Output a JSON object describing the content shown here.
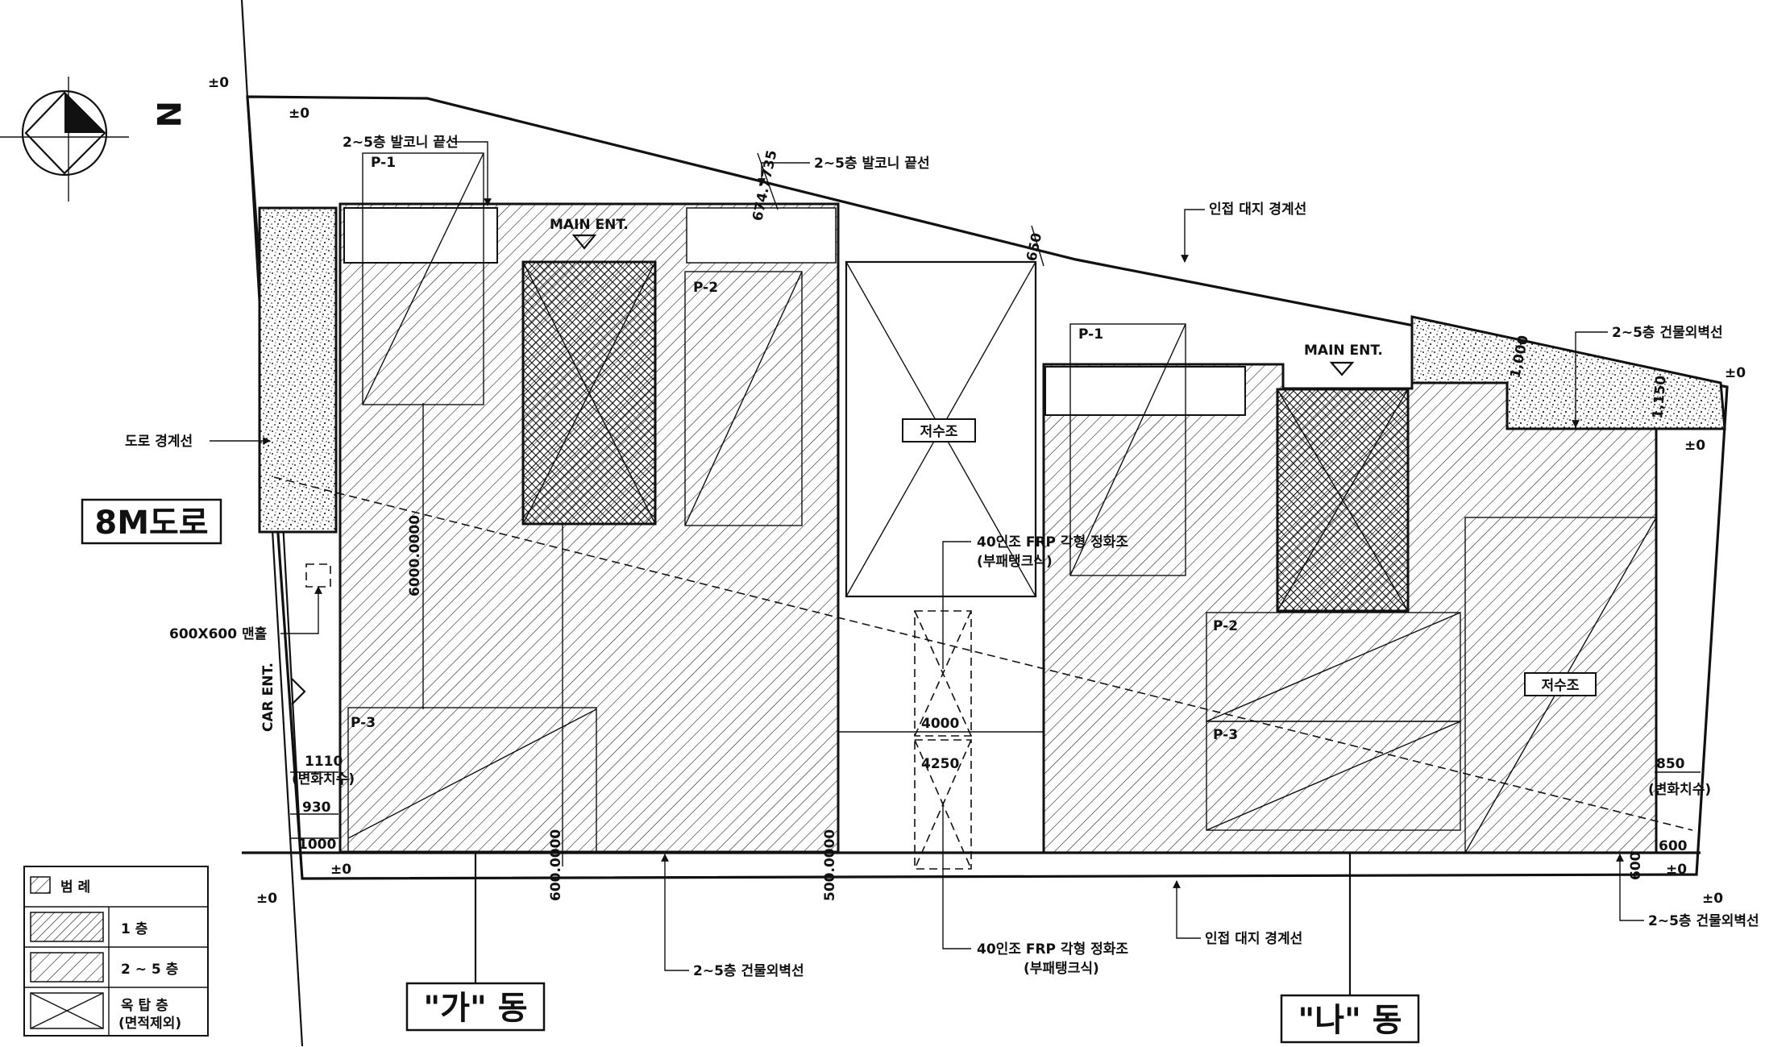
{
  "north": {
    "label": "N"
  },
  "levels": {
    "top_left_a": "±0",
    "top_left_b": "±0",
    "right_a": "±0",
    "right_b": "±0",
    "bottom_left_a": "±0",
    "bottom_left_b": "±0",
    "bottom_right_a": "±0",
    "bottom_right_b": "±0"
  },
  "road": {
    "name": "8M도로",
    "boundary_label": "도로 경계선",
    "car_entrance": "CAR ENT.",
    "manhole": "600X600 맨홀"
  },
  "annotations": {
    "balcony_line_1": "2~5층 발코니 끝선",
    "balcony_line_2": "2~5층 발코니 끝선",
    "adjacent_boundary_top": "인접 대지 경계선",
    "adjacent_boundary_bottom": "인접 대지 경계선",
    "exterior_wall_right": "2~5층 건물외벽선",
    "exterior_wall_bottom_right": "2~5층 건물외벽선",
    "exterior_wall_bottom_left": "2~5층 건물외벽선",
    "septic_tank_1": "40인조 FRP 각형 정화조",
    "septic_tank_1_sub": "(부패탱크식)",
    "septic_tank_2": "40인조 FRP 각형 정화조",
    "septic_tank_2_sub": "(부패탱크식)",
    "main_ent_a": "MAIN ENT.",
    "main_ent_b": "MAIN ENT.",
    "reservoir_a": "저수조",
    "reservoir_b": "저수조",
    "variable_dim_left": "(변화치수)",
    "variable_dim_right": "(변화치수)"
  },
  "parking": {
    "a": [
      "P-1",
      "P-2",
      "P-3"
    ],
    "b": [
      "P-1",
      "P-2",
      "P-3"
    ]
  },
  "dimensions": {
    "d_674": "674.7735",
    "d_650": "650",
    "d_6000": "6000.0000",
    "d_600a": "600.0000",
    "d_500": "500.0000",
    "d_4000": "4000",
    "d_4250": "4250",
    "d_1110": "1110",
    "d_930": "930",
    "d_1000": "1000",
    "d_1000b": "1,000",
    "d_1150": "1,150",
    "d_850": "850",
    "d_600b": "600",
    "d_600c": "600"
  },
  "buildings": {
    "a": "\"가\" 동",
    "b": "\"나\" 동"
  },
  "legend": {
    "title": "범 례",
    "rows": [
      "1 층",
      "2 ~ 5 층",
      "옥 탑 층"
    ],
    "rooftop_sub": "(면적제외)"
  }
}
